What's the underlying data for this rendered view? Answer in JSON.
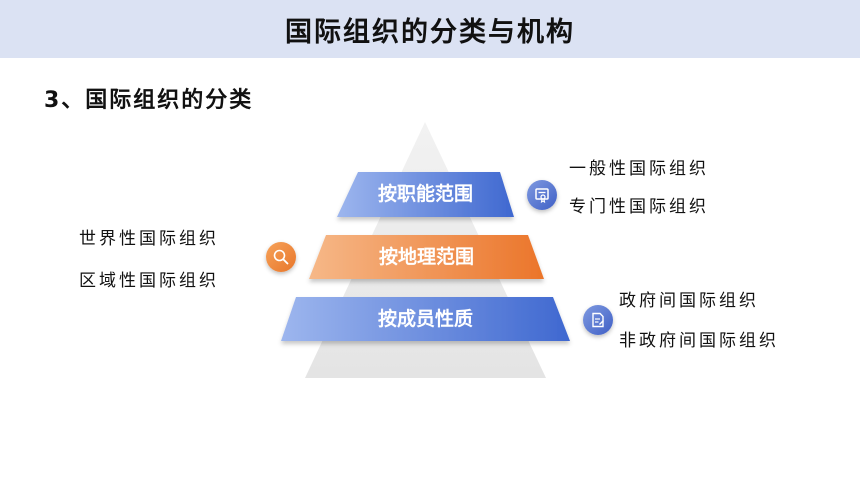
{
  "header": {
    "title": "国际组织的分类与机构"
  },
  "section": {
    "heading": "3、国际组织的分类"
  },
  "pyramid": {
    "tiers": [
      {
        "label": "按职能范围",
        "color_start": "#8eaaea",
        "color_end": "#3f6bd2"
      },
      {
        "label": "按地理范围",
        "color_start": "#f5b07c",
        "color_end": "#ec7a30"
      },
      {
        "label": "按成员性质",
        "color_start": "#8eaaea",
        "color_end": "#3f6bd2"
      }
    ],
    "background_color": "#e9e9e9"
  },
  "function_scope": {
    "items": [
      "一般性国际组织",
      "专门性国际组织"
    ],
    "icon": "certificate-icon"
  },
  "geographic_scope": {
    "items": [
      "世界性国际组织",
      "区域性国际组织"
    ],
    "icon": "search-icon"
  },
  "member_nature": {
    "items": [
      "政府间国际组织",
      "非政府间国际组织"
    ],
    "icon": "document-edit-icon"
  }
}
